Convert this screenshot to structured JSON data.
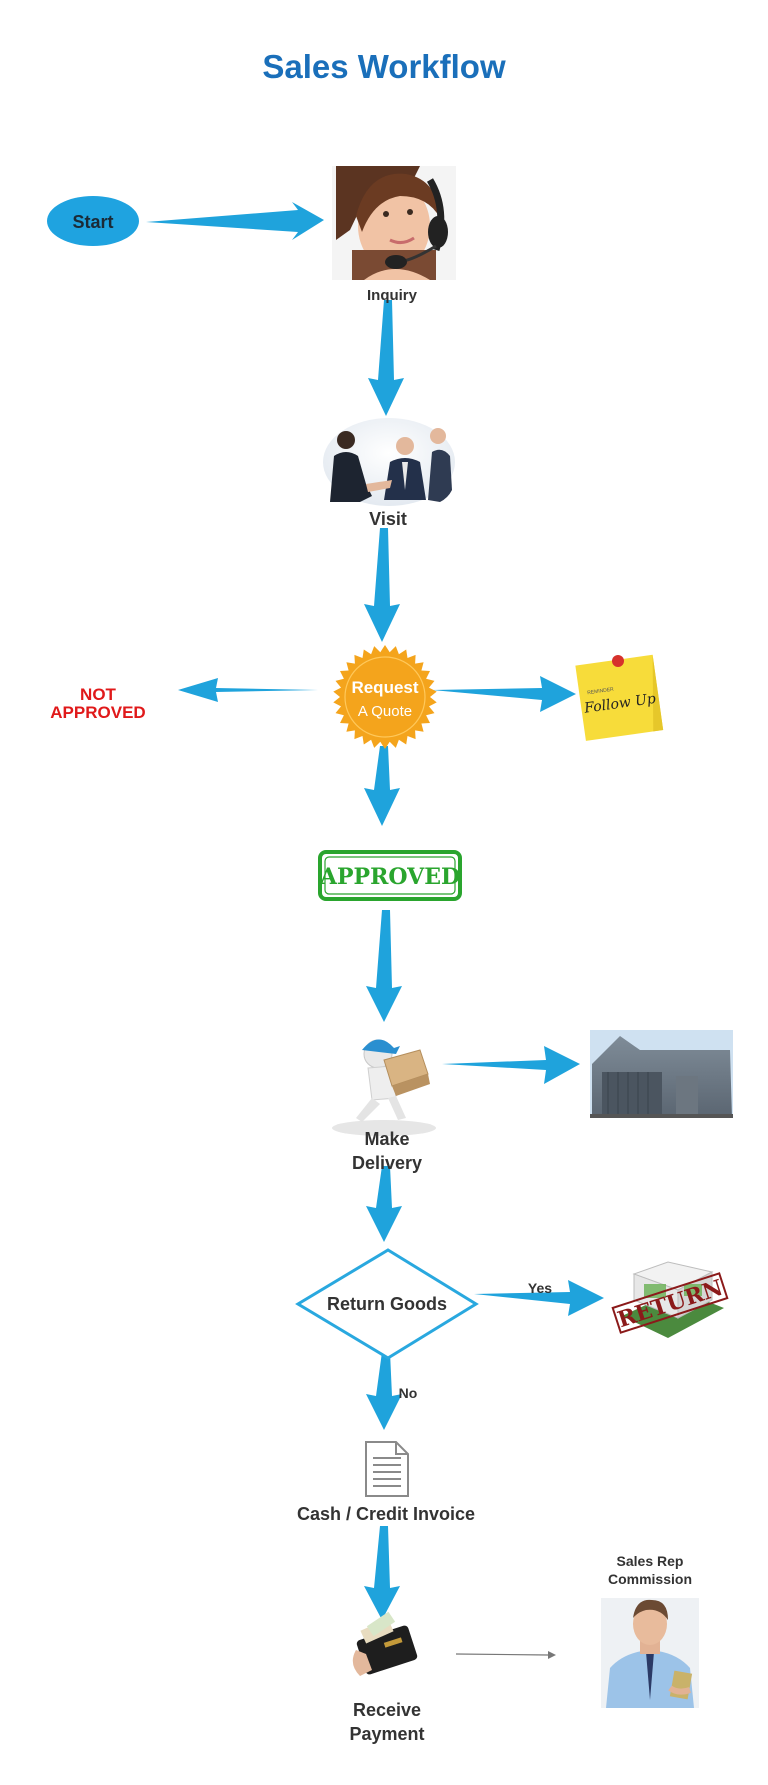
{
  "title": "Sales Workflow",
  "nodes": {
    "start": "Start",
    "inquiry": "Inquiry",
    "visit": "Visit",
    "request_line1": "Request",
    "request_line2": "A Quote",
    "not_approved_line1": "NOT",
    "not_approved_line2": "APPROVED",
    "follow_up_note": "Follow Up",
    "follow_up_small": "REMINDER",
    "approved": "APPROVED",
    "make_delivery_line1": "Make",
    "make_delivery_line2": "Delivery",
    "return_goods": "Return Goods",
    "return_stamp": "RETURN",
    "cash_credit_invoice": "Cash / Credit Invoice",
    "receive_payment_line1": "Receive",
    "receive_payment_line2": "Payment",
    "sales_rep_line1": "Sales Rep",
    "sales_rep_line2": "Commission"
  },
  "edges": {
    "yes": "Yes",
    "no": "No"
  },
  "colors": {
    "title": "#1a6fba",
    "arrow": "#1fa3dc",
    "start_fill": "#1fa3e0",
    "seal": "#f4a41c",
    "approved": "#2aa52e",
    "not_approved": "#e0191a",
    "note": "#f7dc3a",
    "diamond_stroke": "#29a8df"
  },
  "icons": [
    "call-center-agent-image",
    "business-handshake-image",
    "delivery-man-icon",
    "warehouse-image",
    "return-pallet-image",
    "document-icon",
    "wallet-icon",
    "sales-rep-image"
  ]
}
